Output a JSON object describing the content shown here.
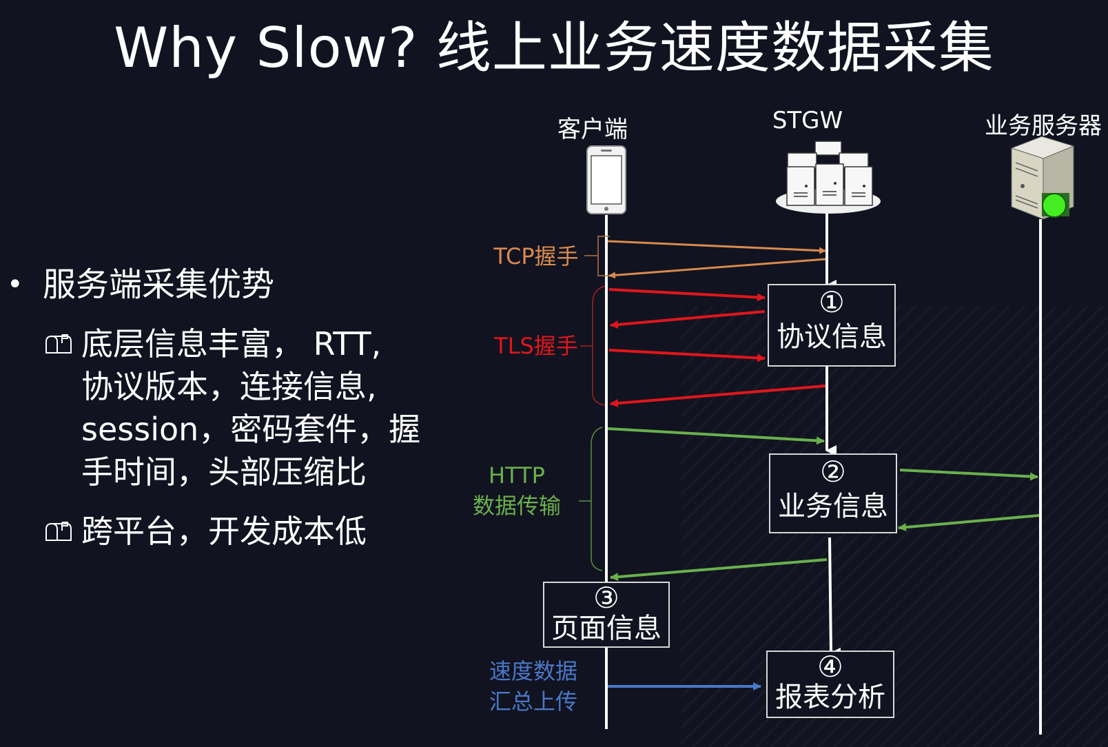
{
  "title": "Why Slow?  线上业务速度数据采集",
  "bullets": {
    "main": "服务端采集优势",
    "sub1_lines": [
      "底层信息丰富，  RTT,",
      "协议版本，连接信息,",
      "session，密码套件，握",
      "手时间，头部压缩比"
    ],
    "sub2": "跨平台，开发成本低"
  },
  "actors": {
    "client": "客户端",
    "stgw": "STGW",
    "server": "业务服务器"
  },
  "phases": {
    "tcp": "TCP握手",
    "tls": "TLS握手",
    "http_line1": "HTTP",
    "http_line2": "数据传输",
    "upload_line1": "速度数据",
    "upload_line2": "汇总上传"
  },
  "boxes": {
    "b1_num": "①",
    "b1_text": "协议信息",
    "b2_num": "②",
    "b2_text": "业务信息",
    "b3_num": "③",
    "b3_text": "页面信息",
    "b4_num": "④",
    "b4_text": "报表分析"
  },
  "colors": {
    "background": "#111320",
    "tcp": "#d98a4e",
    "tls": "#e0161c",
    "http": "#6ab04c",
    "upload": "#4a78c8",
    "lifeline": "#ffffff",
    "status_light": "#44ee22"
  }
}
